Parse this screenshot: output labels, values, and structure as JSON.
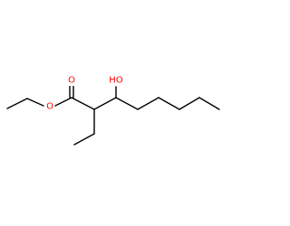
{
  "molecule": {
    "atoms": {
      "ester_carbonyl_oxygen": "O",
      "ester_ether_oxygen": "O",
      "hydroxyl": "HO"
    },
    "colors": {
      "oxygen": "#ff0000",
      "bond": "#000000",
      "background": "#ffffff"
    }
  }
}
